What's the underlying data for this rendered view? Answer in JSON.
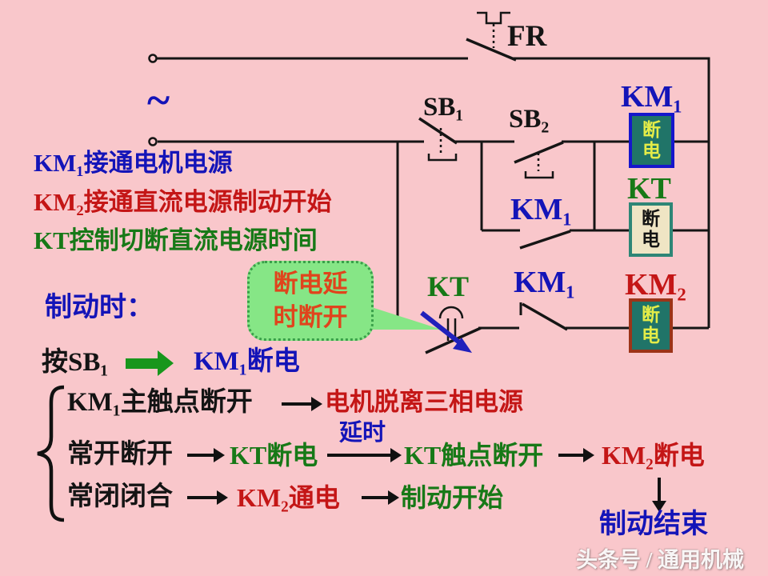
{
  "colors": {
    "background": "#f9c7cb",
    "wire": "#151515",
    "blue": "#1414b8",
    "red": "#c41616",
    "green": "#177917",
    "callout_fill": "#86e686",
    "callout_text": "#e0441c",
    "coil_teal_fill": "#207468",
    "coil_beige_fill": "#efe5c4",
    "coil_yellow_text": "#e4ec48",
    "km1_box_border": "#1616cc",
    "kt_box_border": "#2e8676",
    "km2_box_border": "#9c3418"
  },
  "circuit": {
    "ac_symbol": "~",
    "fr_label": "FR",
    "sb1_label": "SB₁",
    "sb2_label": "SB₂",
    "km1_coil_label": "KM₁",
    "km1_coil_state": "断电",
    "kt_coil_label": "KT",
    "kt_coil_state": "断电",
    "km2_coil_label": "KM₂",
    "km2_coil_state": "断电",
    "km1_aux_label": "KM₁",
    "kt_contact_label": "KT",
    "km1_nc_label": "KM₁"
  },
  "callout": {
    "line1": "断电延",
    "line2": "时断开"
  },
  "descriptions": [
    {
      "text": "KM₁接通电机电源"
    },
    {
      "text": "KM₂接通直流电源制动开始"
    },
    {
      "text": "KT控制切断直流电源时间"
    }
  ],
  "flow": {
    "heading": "制动时：",
    "trigger": "按SB₁",
    "trigger_result": "KM₁断电",
    "branch_main": "KM₁主触点断开",
    "branch_main_result": "电机脱离三相电源",
    "branch_no": "常开断开",
    "branch_no_step1": "KT断电",
    "delay_label": "延时",
    "branch_no_step2": "KT触点断开",
    "branch_no_step3": "KM₂断电",
    "branch_nc": "常闭闭合",
    "branch_nc_step1": "KM₂通电",
    "branch_nc_step2": "制动开始",
    "final_result": "制动结束"
  },
  "watermark": "头条号 / 通用机械"
}
